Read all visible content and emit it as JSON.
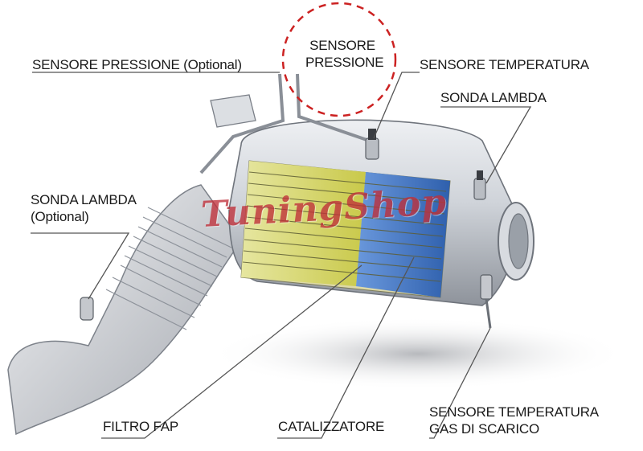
{
  "labels": {
    "pressure_optional": "SENSORE PRESSIONE (Optional)",
    "pressure_circle": [
      "SENSORE",
      "PRESSIONE"
    ],
    "temperature": "SENSORE TEMPERATURA",
    "lambda": "SONDA LAMBDA",
    "lambda_optional": [
      "SONDA LAMBDA",
      "(Optional)"
    ],
    "filter": "FILTRO FAP",
    "catalyst": "CATALIZZATORE",
    "exhaust_temperature": [
      "SENSORE TEMPERATURA",
      "GAS DI SCARICO"
    ]
  },
  "watermark": "TuningShop",
  "colors": {
    "circle": "#cc2222",
    "watermark": "#c0303a",
    "filter_yellow": "#d8d860",
    "catalyst_blue": "#3f78c8",
    "metal": "#c9ccd2"
  }
}
